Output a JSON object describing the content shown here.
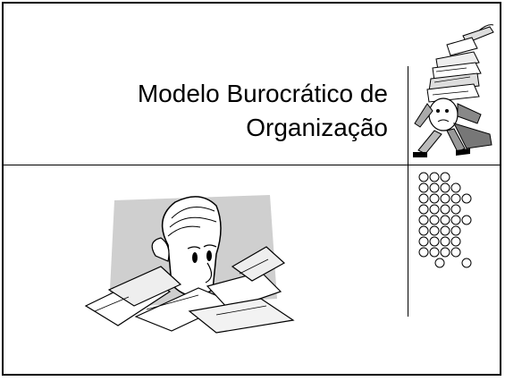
{
  "slide": {
    "title_line1": "Modelo Burocrático de",
    "title_line2": "Organização"
  },
  "images": {
    "top_clipart": "paper-stack-running-figure",
    "main_clipart": "person-buried-in-papers",
    "decoration": "circle-dot-grid"
  }
}
